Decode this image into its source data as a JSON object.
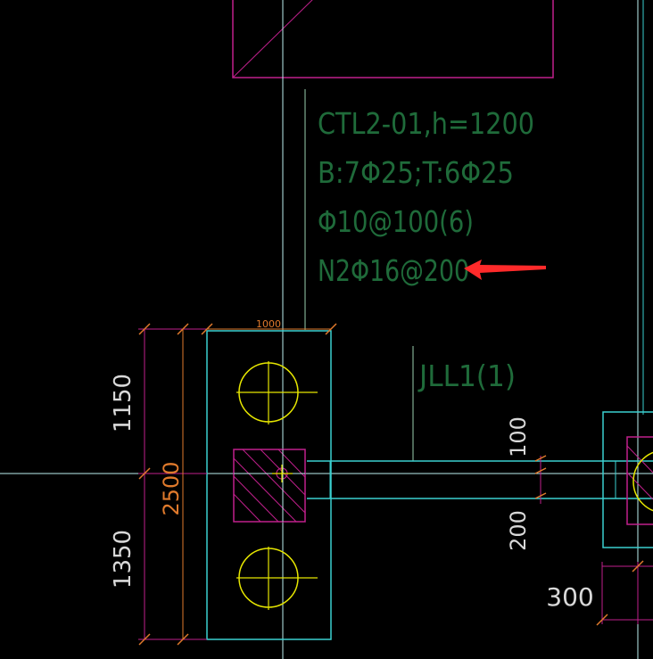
{
  "annotation": {
    "lines": [
      "CTL2-01,h=1200",
      "B:7Φ25;T:6Φ25",
      "Φ10@100(6)",
      "N2Φ16@200"
    ]
  },
  "beam_label": "JLL1(1)",
  "dimensions": {
    "cap_width": "1000",
    "upper": "1150",
    "total": "2500",
    "lower": "1350",
    "beam_upper": "100",
    "beam_lower": "200",
    "right_pile": "300"
  },
  "colors": {
    "background": "#000000",
    "annotation_text": "#1f6b3a",
    "dimension_text": "#d8d8d8",
    "total_dimension": "#e07a2c",
    "cap_outline": "#3ad0d0",
    "grid_line": "#bdeff0",
    "pile": "#e6e600",
    "column": "#c0208c",
    "dimension_line": "#c0208c",
    "arrow": "#ff2a2a"
  }
}
